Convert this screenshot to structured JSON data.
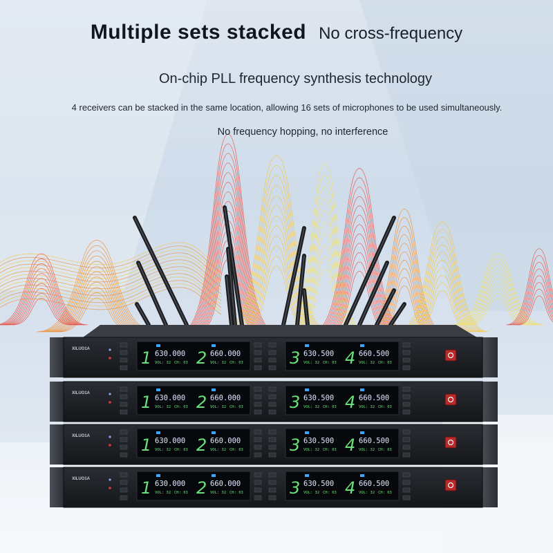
{
  "headline": {
    "main": "Multiple sets stacked",
    "sub": "No cross-frequency"
  },
  "technology": "On-chip PLL frequency synthesis technology",
  "description": "4 receivers can be stacked in the same location, allowing 16 sets of microphones to be used simultaneously.",
  "note": "No frequency hopping, no interference",
  "receiver": {
    "brand": "XILUO1A",
    "channels": [
      {
        "number": "1",
        "frequency": "630.000",
        "vol": "VOL: 32",
        "ch": "CH: 03"
      },
      {
        "number": "2",
        "frequency": "660.000",
        "vol": "VOL: 32",
        "ch": "CH: 03"
      },
      {
        "number": "3",
        "frequency": "630.500",
        "vol": "VOL: 32",
        "ch": "CH: 03"
      },
      {
        "number": "4",
        "frequency": "660.500",
        "vol": "VOL: 32",
        "ch": "CH: 03"
      }
    ],
    "units": 4,
    "colors": {
      "lcd_blue": "#3aa8ff",
      "lcd_green": "#6be07a",
      "power_red": "#e03a3a",
      "chassis": "#1b1d21"
    }
  },
  "wave_colors": [
    "#e8453a",
    "#f08a2a",
    "#f5c43a",
    "#f2e06a"
  ]
}
